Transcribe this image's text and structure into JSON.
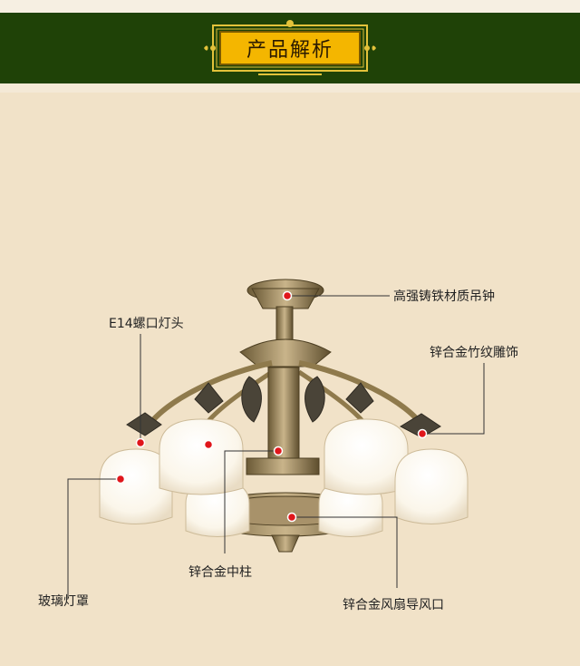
{
  "header": {
    "title": "产品解析"
  },
  "callouts": {
    "canopy": "高强铸铁材质吊钟",
    "socket": "E14螺口灯头",
    "bamboo": "锌合金竹纹雕饰",
    "shade": "玻璃灯罩",
    "column": "锌合金中柱",
    "fan": "锌合金风扇导风口"
  },
  "colors": {
    "banner": "#1f4207",
    "title_bg": "#f4b600",
    "background": "#f1e2c8",
    "marker": "#e0161b"
  }
}
